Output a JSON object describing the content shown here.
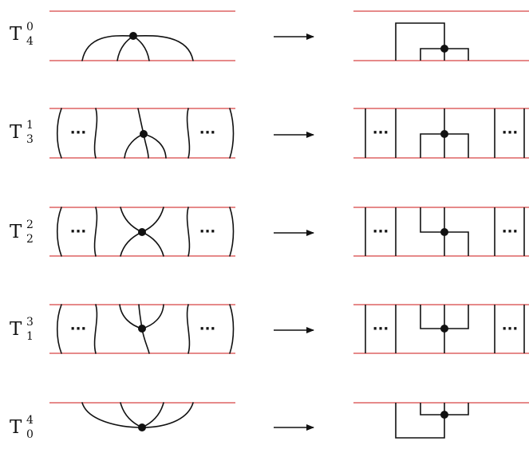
{
  "rows": [
    {
      "label": "T",
      "superscript": "0",
      "subscript": "4"
    },
    {
      "label": "T",
      "superscript": "1",
      "subscript": "3"
    },
    {
      "label": "T",
      "superscript": "2",
      "subscript": "2"
    },
    {
      "label": "T",
      "superscript": "3",
      "subscript": "1"
    },
    {
      "label": "T",
      "superscript": "4",
      "subscript": "0"
    }
  ],
  "ellipsis": "···",
  "colors": {
    "boundary": "#d64545",
    "stroke": "#111111"
  }
}
